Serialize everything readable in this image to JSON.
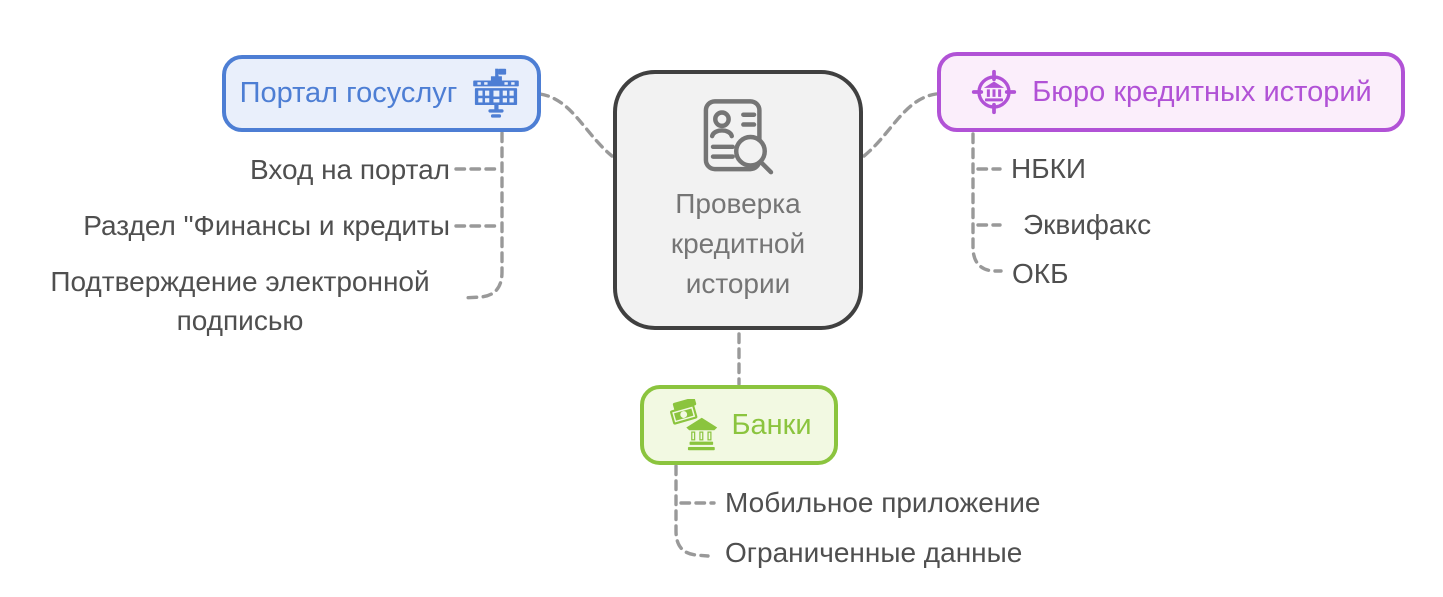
{
  "canvas": {
    "background_color": "#ffffff",
    "connector_color": "#999999",
    "child_text_color": "#4f4f4f"
  },
  "center_node": {
    "label_lines": [
      "Проверка",
      "кредитной",
      "истории"
    ],
    "icon": "id-document-search-icon",
    "border_color": "#404040",
    "fill_color": "#f2f2f2",
    "text_color": "#757575"
  },
  "branches": {
    "portal": {
      "label": "Портал госуслуг",
      "icon": "government-building-icon",
      "accent_color": "#4d7ed4",
      "fill_color": "#e9effb",
      "children": [
        "Вход на портал",
        "Раздел \"Финансы и кредиты",
        "Подтверждение электронной подписью"
      ]
    },
    "bureau": {
      "label": "Бюро кредитных историй",
      "icon": "bank-target-icon",
      "accent_color": "#b152d6",
      "fill_color": "#fbeefb",
      "children": [
        "НБКИ",
        "Эквифакс",
        "ОКБ"
      ]
    },
    "banks": {
      "label": "Банки",
      "icon": "banknote-bank-icon",
      "accent_color": "#8bc43e",
      "fill_color": "#f2f9e2",
      "children": [
        "Мобильное приложение",
        "Ограниченные данные"
      ]
    }
  }
}
